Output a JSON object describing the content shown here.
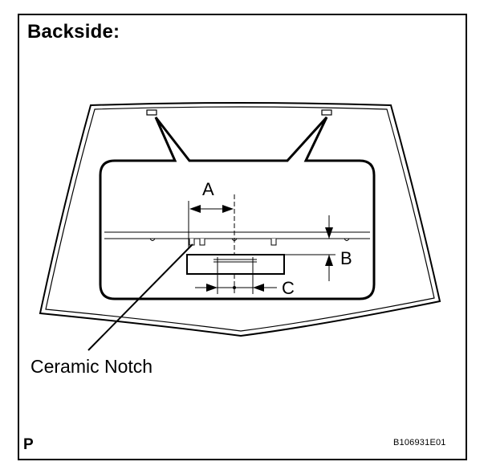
{
  "diagram": {
    "title": "Backside:",
    "labels": {
      "a": "A",
      "b": "B",
      "c": "C"
    },
    "callout": "Ceramic Notch",
    "corner_mark": "P",
    "figure_code": "B106931E01"
  }
}
